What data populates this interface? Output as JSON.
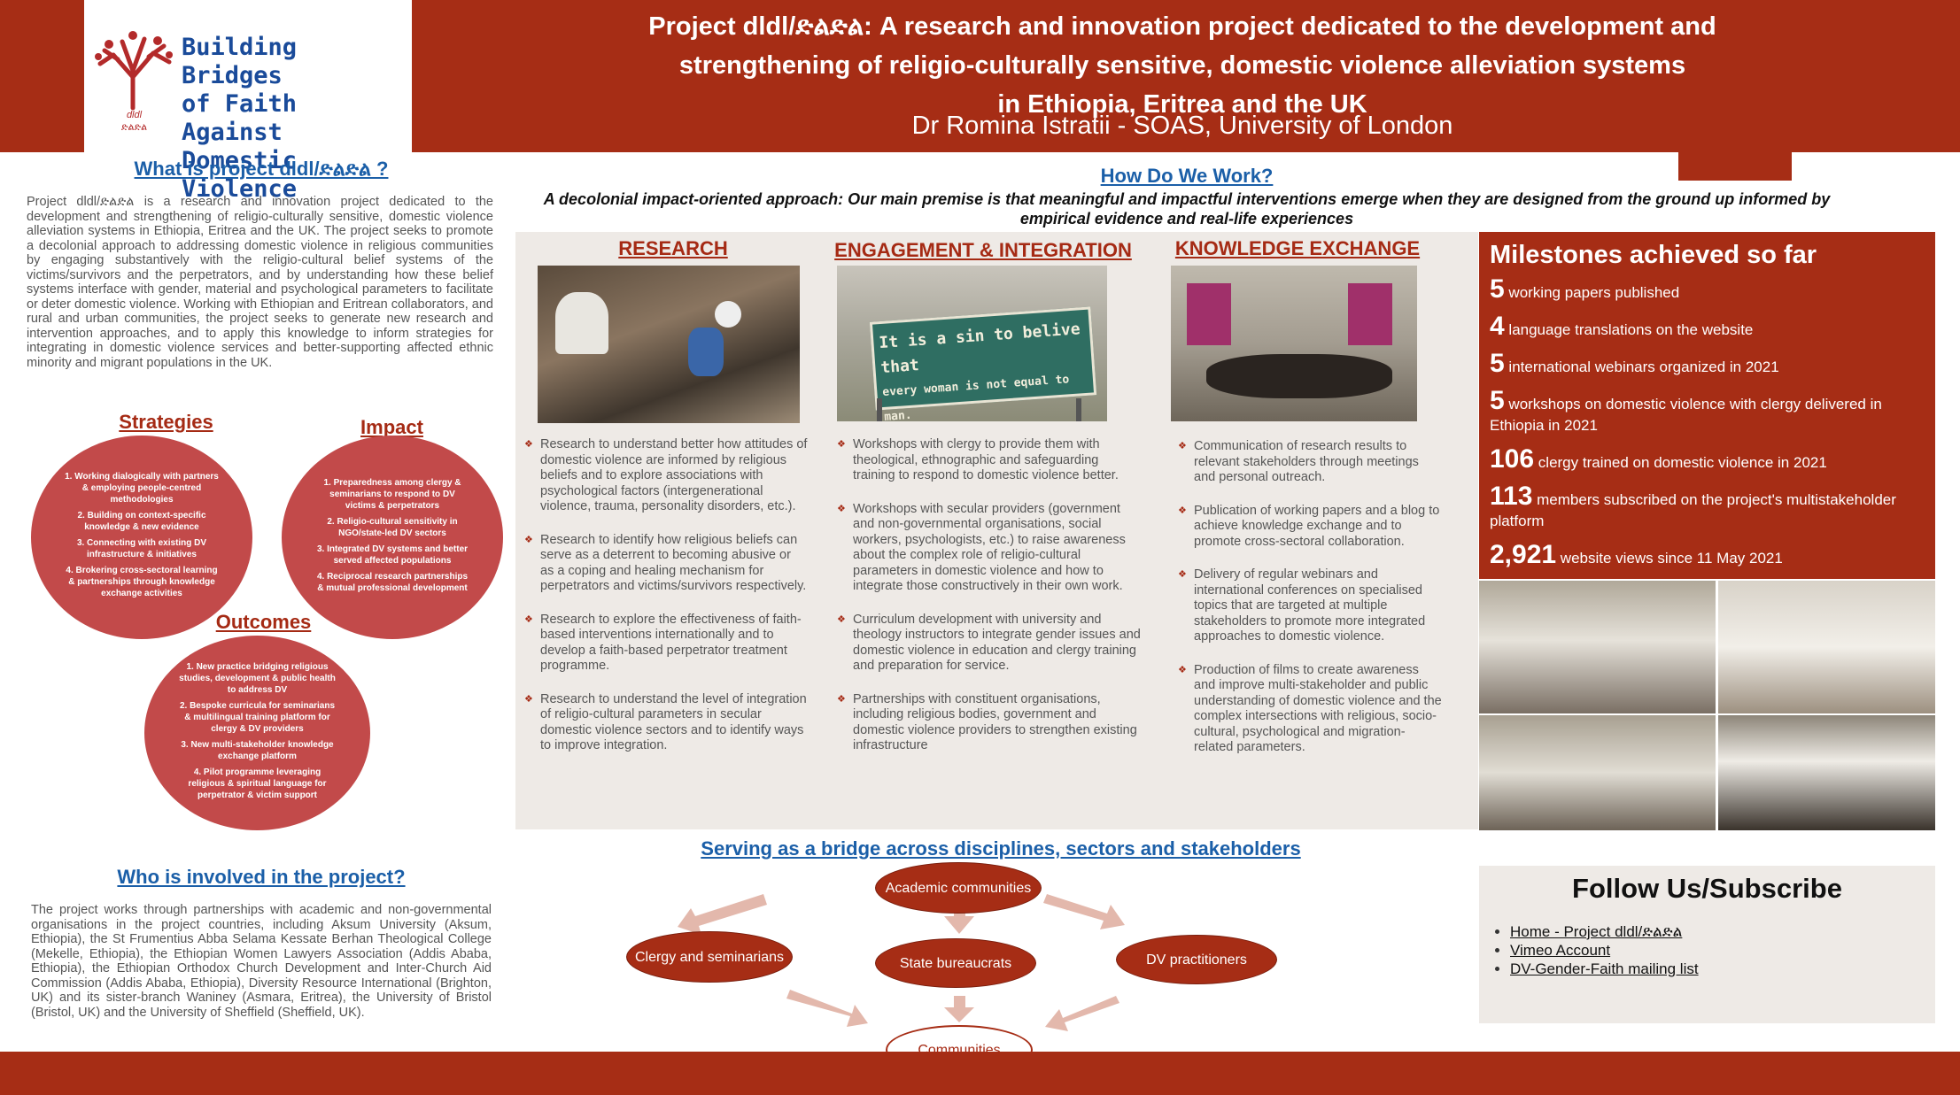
{
  "header": {
    "logo_line1": "Building Bridges",
    "logo_line2": "of Faith Against",
    "logo_line3": "Domestic Violence",
    "logo_mark": "dldl",
    "logo_mark_ge": "ድልድል",
    "title_line1": "Project dldl/ድልድል: A research and innovation project dedicated to the development and",
    "title_line2": "strengthening of religio-culturally sensitive, domestic violence alleviation systems",
    "title_line3": "in Ethiopia, Eritrea and the UK",
    "subtitle": "Dr Romina Istratii - SOAS, University of London"
  },
  "left": {
    "what_heading": "What is project dldl/ድልድል ?",
    "what_text": "Project dldl/ድልድል is a research and innovation project dedicated to the development and strengthening of religio-culturally sensitive, domestic violence alleviation systems in Ethiopia, Eritrea and the UK. The project seeks to promote a decolonial approach to addressing domestic violence in religious communities by engaging substantively with the religio-cultural belief systems of the victims/survivors and the perpetrators, and by understanding how these belief systems interface with gender, material and psychological parameters to facilitate or deter domestic violence. Working with Ethiopian and Eritrean collaborators, and rural and urban communities, the project seeks to generate new research and intervention approaches, and to apply this knowledge to inform strategies for integrating in domestic violence services and better-supporting affected ethnic minority and migrant populations in the UK.",
    "strategies_heading": "Strategies",
    "strategies": [
      "1. Working dialogically with partners & employing people-centred methodologies",
      "2. Building on context-specific knowledge & new evidence",
      "3. Connecting with existing DV infrastructure & initiatives",
      "4. Brokering cross-sectoral learning & partnerships through knowledge exchange activities"
    ],
    "impact_heading": "Impact",
    "impact": [
      "1. Preparedness among clergy & seminarians to respond to DV victims & perpetrators",
      "2. Religio-cultural sensitivity in NGO/state-led DV sectors",
      "3. Integrated DV systems and better served affected populations",
      "4. Reciprocal research partnerships & mutual professional development"
    ],
    "outcomes_heading": "Outcomes",
    "outcomes": [
      "1. New practice bridging religious studies, development & public health to address DV",
      "2. Bespoke curricula for seminarians & multilingual training platform for clergy & DV providers",
      "3. New multi-stakeholder knowledge exchange platform",
      "4. Pilot programme leveraging religious & spiritual language for perpetrator & victim support"
    ],
    "who_heading": "Who is involved in the project?",
    "who_text": "The project works through partnerships with academic and non-governmental organisations in the project countries, including Aksum University (Aksum, Ethiopia), the St Frumentius Abba Selama Kessate Berhan Theological College (Mekelle, Ethiopia), the Ethiopian Women Lawyers Association (Addis Ababa, Ethiopia), the Ethiopian Orthodox Church Development and Inter-Church Aid Commission (Addis Ababa, Ethiopia), Diversity Resource International (Brighton, UK) and its sister-branch Waniney (Asmara, Eritrea), the University of Bristol (Bristol, UK) and the University of Sheffield (Sheffield, UK)."
  },
  "middle": {
    "how_heading": "How Do We Work?",
    "premise": "A decolonial impact-oriented approach: Our main premise is that meaningful and impactful interventions emerge when they are designed from the ground up informed by empirical evidence and real-life experiences",
    "research_heading": "RESEARCH",
    "research": [
      "Research to understand better how attitudes of domestic violence are informed by religious beliefs and to explore associations with psychological factors (intergenerational violence, trauma, personality disorders, etc.).",
      "Research to identify how religious beliefs can serve as a deterrent to becoming abusive or as a coping and healing mechanism for perpetrators and victims/survivors respectively.",
      "Research to explore the effectiveness of faith-based interventions internationally and to develop a faith-based perpetrator treatment programme.",
      "Research to understand the level of integration of religio-cultural parameters in secular domestic violence sectors and to identify ways to improve integration."
    ],
    "engagement_heading": "ENGAGEMENT & INTEGRATION",
    "engagement": [
      "Workshops with clergy to provide them with theological, ethnographic and safeguarding training to respond to domestic violence better.",
      "Workshops with secular providers (government and non-governmental organisations, social workers, psychologists, etc.) to raise awareness about the complex role of religio-cultural parameters in domestic violence and how to integrate those constructively in their own work.",
      "Curriculum development with university and theology instructors to integrate gender issues and domestic violence in education and clergy training and preparation for service.",
      "Partnerships with constituent organisations, including religious bodies, government and domestic violence providers to strengthen existing infrastructure"
    ],
    "sign_line1": "It is a sin to belive that",
    "sign_line2": "every woman is not equal to man.",
    "knowledge_heading": "KNOWLEDGE EXCHANGE",
    "knowledge": [
      "Communication of research results to relevant stakeholders through meetings and personal outreach.",
      "Publication of working papers and a blog to achieve knowledge exchange and to promote cross-sectoral collaboration.",
      "Delivery of regular webinars and international conferences on specialised topics that are targeted at multiple stakeholders to promote more integrated approaches to domestic violence.",
      "Production of films to create awareness and improve multi-stakeholder and public understanding of domestic violence and the complex intersections with religious, socio-cultural, psychological and migration-related parameters."
    ],
    "bridge_heading": "Serving as a bridge across disciplines, sectors and stakeholders",
    "nodes": {
      "academic": "Academic communities",
      "clergy": "Clergy and seminarians",
      "state": "State bureaucrats",
      "dv": "DV practitioners",
      "communities": "Communities"
    }
  },
  "right": {
    "milestones_heading": "Milestones achieved so far",
    "milestones": [
      {
        "num": "5",
        "text": " working papers published"
      },
      {
        "num": "4",
        "text": " language translations on the website"
      },
      {
        "num": "5",
        "text": " international webinars organized in 2021"
      },
      {
        "num": "5",
        "text": " workshops on domestic violence with clergy delivered in Ethiopia in 2021"
      },
      {
        "num": "106",
        "text": " clergy trained on domestic violence in 2021"
      },
      {
        "num": "113",
        "text": " members subscribed on the project's multistakeholder platform"
      },
      {
        "num": "2,921",
        "text": " website views since 11 May 2021"
      }
    ],
    "follow_heading": "Follow Us/Subscribe",
    "links": [
      "Home - Project dldl/ድልድል",
      "Vimeo Account",
      "DV-Gender-Faith mailing list"
    ]
  },
  "colors": {
    "brand_red": "#a62d15",
    "circle_red": "#c24a4a",
    "link_blue": "#1b5fa8",
    "panel_beige": "#eeeae6"
  }
}
